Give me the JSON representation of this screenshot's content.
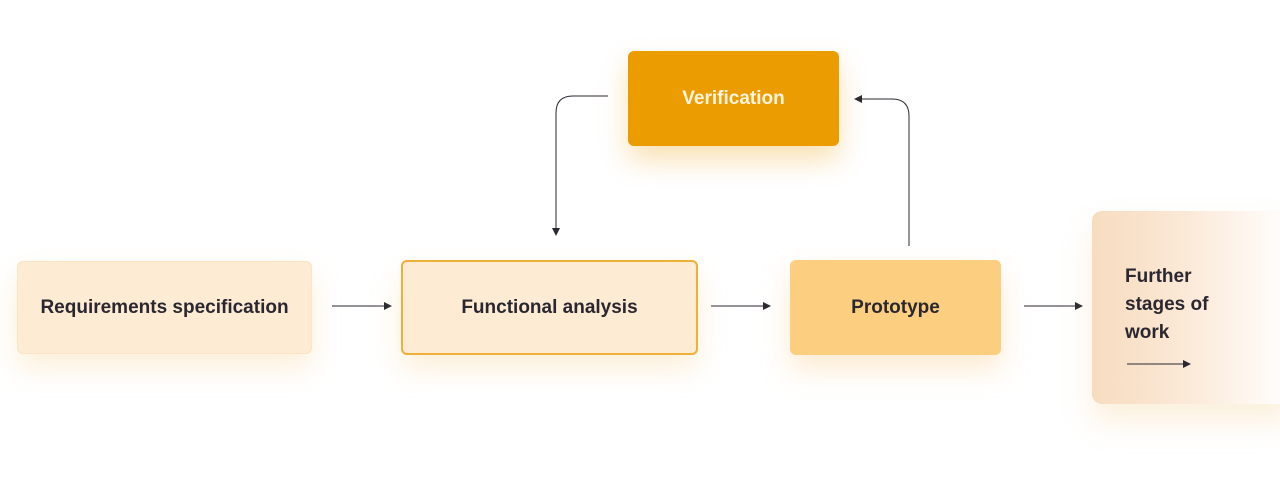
{
  "nodes": {
    "requirements": {
      "label": "Requirements specification"
    },
    "functional_analysis": {
      "label": "Functional analysis"
    },
    "prototype": {
      "label": "Prototype"
    },
    "verification": {
      "label": "Verification"
    },
    "further_stages": {
      "label": "Further stages of work"
    }
  },
  "edges": [
    {
      "from": "requirements",
      "to": "functional_analysis"
    },
    {
      "from": "functional_analysis",
      "to": "prototype"
    },
    {
      "from": "prototype",
      "to": "further_stages"
    },
    {
      "from": "prototype",
      "to": "verification"
    },
    {
      "from": "verification",
      "to": "functional_analysis"
    }
  ],
  "colors": {
    "verification_fill": "#eb9c00",
    "prototype_fill": "#fbcf7f",
    "functional_border": "#eeb036",
    "light_fill": "#fdebd3",
    "text": "#2b2730",
    "arrow": "#2b2730"
  }
}
